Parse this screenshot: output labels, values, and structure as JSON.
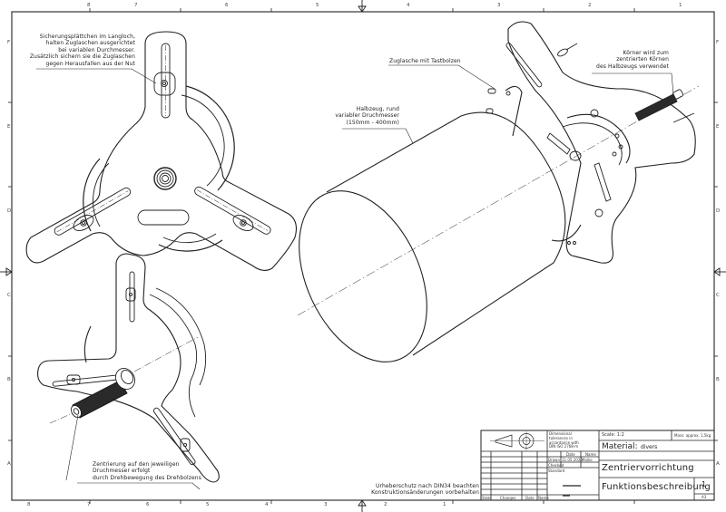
{
  "drawing": {
    "frame": {
      "columns_top": [
        "8",
        "7",
        "6",
        "5",
        "4",
        "3",
        "2",
        "1"
      ],
      "columns_bottom": [
        "8",
        "7",
        "6",
        "5",
        "4",
        "3",
        "2",
        "1"
      ],
      "rows_left": [
        "F",
        "E",
        "D",
        "C",
        "B",
        "A"
      ],
      "rows_right": [
        "F",
        "E",
        "D",
        "C",
        "B",
        "A"
      ]
    },
    "annotations": {
      "securing_plates": [
        "Sicherungsplättchen im Langloch,",
        "halten Zuglaschen ausgerichtet",
        "bei variablen Durchmesser.",
        "Zusätzlich sichern sie die Zuglaschen",
        "gegen Herausfallen aus der Nut"
      ],
      "semi_finished": [
        "Halbzeug, rund",
        "variabler Druchmesser",
        "(150mm - 400mm)"
      ],
      "pull_tab": "Zuglasche mit Tastbolzen",
      "center_punch": [
        "Körner wird zum",
        "zentrierten Körnen",
        "des Halbzeugs verwendet"
      ],
      "centering": [
        "Zentrierung auf den jeweiligen",
        "Druchmesser erfolgt",
        "durch Drehbewegung des Drehbolzens"
      ],
      "copyright": [
        "Urheberschutz nach DIN34 beachten",
        "Konstruktionsänderungen vorbehalten"
      ]
    },
    "title_block": {
      "tolerances": [
        "Dimensional",
        "tolerances in",
        "accordance with",
        "DIN ISO 2768-m"
      ],
      "col_date": "Date",
      "col_name": "Name",
      "row_drawn": "Drawn",
      "row_checked": "Checked",
      "row_standard": "Standard",
      "drawn_date": "11.05.2025",
      "drawn_name": "Maike",
      "rev_headers": [
        "State",
        "Changes",
        "Date",
        "Name"
      ],
      "scale": "Scale: 1:2",
      "mass": "Mass: approx. 1,5kg",
      "material_label": "Material:",
      "material_value": "divers",
      "title": "Zentriervorrichtung",
      "subtitle": "Funktionsbeschreibung",
      "sheet_number": "1",
      "sheet_format": "A3"
    }
  }
}
